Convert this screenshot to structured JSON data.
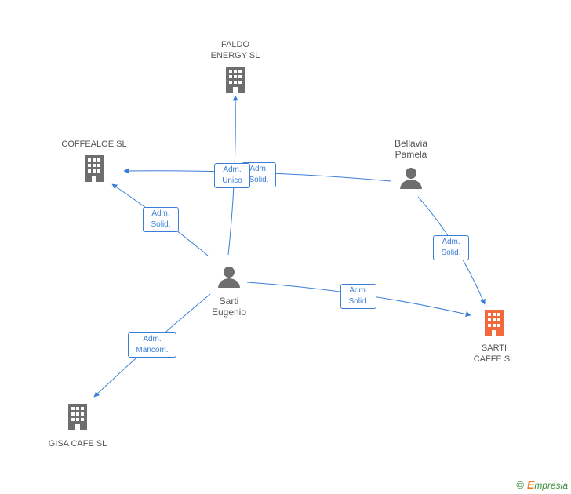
{
  "nodes": {
    "faldo": {
      "label": "FALDO\nENERGY SL",
      "icon": "building-icon",
      "color": "#6e6e6e"
    },
    "coffealoe": {
      "label": "COFFEALOE SL",
      "icon": "building-icon",
      "color": "#6e6e6e"
    },
    "bellavia": {
      "label": "Bellavia\nPamela",
      "icon": "person-icon",
      "color": "#6e6e6e"
    },
    "sarti_eugenio": {
      "label": "Sarti\nEugenio",
      "icon": "person-icon",
      "color": "#6e6e6e"
    },
    "sarti_caffe": {
      "label": "SARTI\nCAFFE SL",
      "icon": "building-icon",
      "color": "#f26a3b"
    },
    "gisa": {
      "label": "GISA CAFE SL",
      "icon": "building-icon",
      "color": "#6e6e6e"
    }
  },
  "edge_labels": {
    "eugenio_faldo": "Adm.\nUnico",
    "bellavia_coffealoe": "Adm.\nSolid.",
    "eugenio_coffealoe": "Adm.\nSolid.",
    "bellavia_sarti_caffe": "Adm.\nSolid.",
    "eugenio_sarti_caffe": "Adm.\nSolid.",
    "eugenio_gisa": "Adm.\nMancom."
  },
  "edge_color": "#3a7fd5",
  "footer": {
    "copyright": "©",
    "brand_first": "E",
    "brand_rest": "mpresia"
  }
}
